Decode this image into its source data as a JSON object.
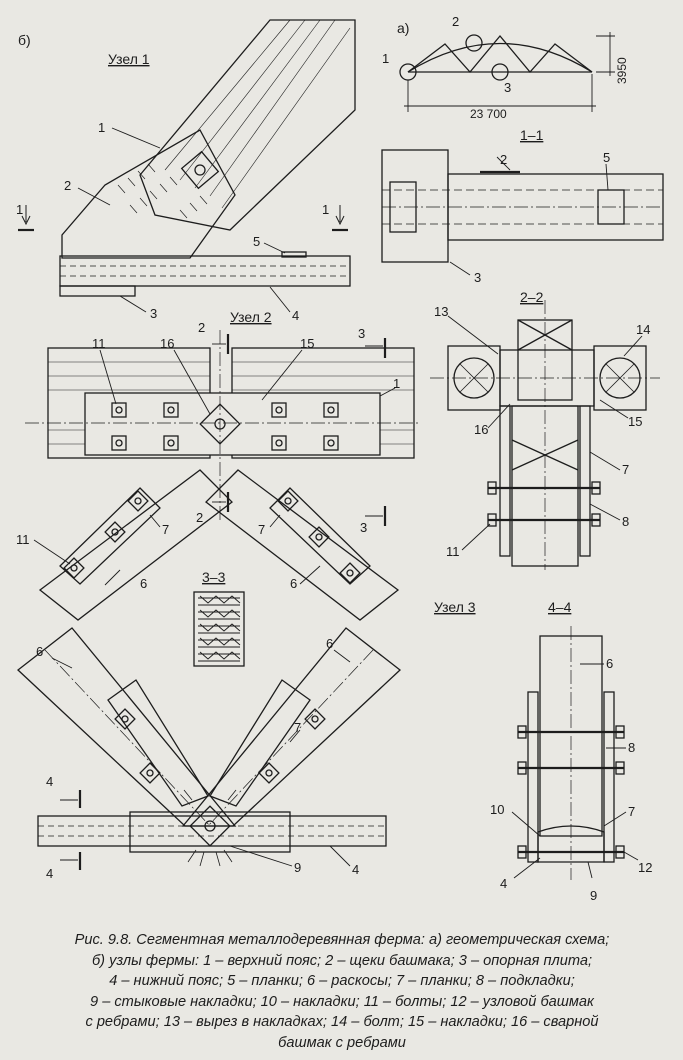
{
  "panels": {
    "a": "а)",
    "b": "б)"
  },
  "titles": {
    "node1": "Узел 1",
    "node2": "Узел 2",
    "node3": "Узел 3",
    "s11": "1–1",
    "s22": "2–2",
    "s33": "3–3",
    "s44": "4–4"
  },
  "dims": {
    "span": "23 700",
    "height": "3950"
  },
  "cut_marks": {
    "m1": "1",
    "m2": "2",
    "m3": "3",
    "m4": "4"
  },
  "callouts": [
    "1",
    "2",
    "3",
    "4",
    "5",
    "6",
    "7",
    "8",
    "9",
    "10",
    "11",
    "12",
    "13",
    "14",
    "15",
    "16"
  ],
  "caption": {
    "line1": "Рис. 9.8. Сегментная металлодеревянная ферма: а) геометрическая схема;",
    "line2": "б) узлы фермы: 1 – верхний пояс; 2 – щеки башмака; 3 – опорная плита;",
    "line3": "4 – нижний пояс; 5 – планки; 6 – раскосы; 7 – планки; 8 – подкладки;",
    "line4": "9 – стыковые накладки; 10 – накладки; 11 – болты; 12 – узловой башмак",
    "line5": "с ребрами; 13 – вырез в накладках; 14 – болт; 15 – накладки; 16 – сварной",
    "line6": "башмак с ребрами"
  }
}
